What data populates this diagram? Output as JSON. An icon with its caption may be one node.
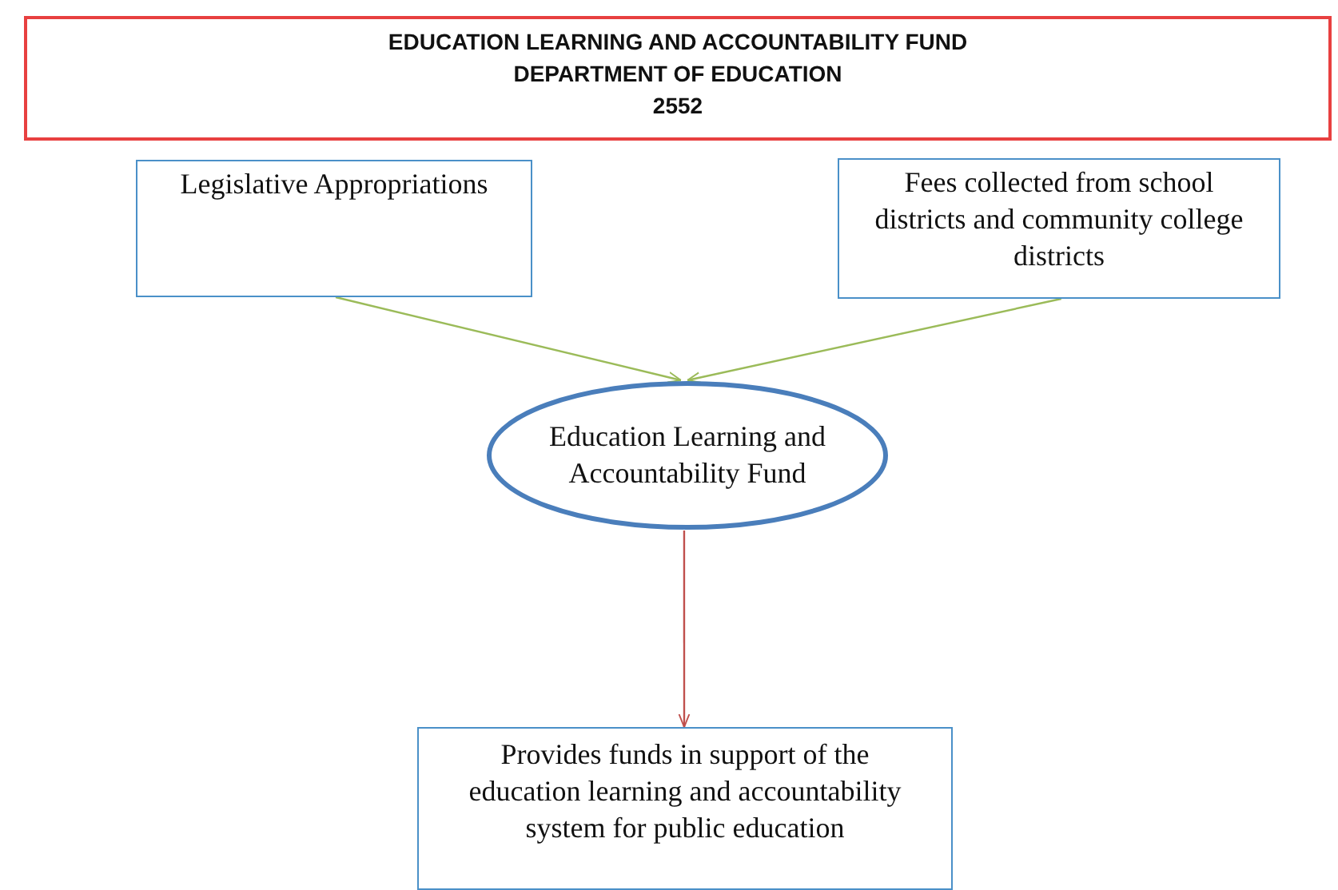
{
  "diagram": {
    "nodes": [
      {
        "text": [
          "EDUCATION LEARNING AND ACCOUNTABILITY FUND",
          "DEPARTMENT OF EDUCATION",
          "2552"
        ]
      },
      {
        "text": [
          "Legislative Appropriations"
        ]
      },
      {
        "text": [
          "Fees collected from school districts and community college districts"
        ]
      },
      {
        "text": [
          "Education Learning and Accountability Fund"
        ]
      },
      {
        "text": [
          "Provides funds in support of the education learning and accountability system for public education"
        ]
      }
    ],
    "edges": [
      {
        "from": 1,
        "to": 3,
        "arrow": "to"
      },
      {
        "from": 2,
        "to": 3,
        "arrow": "to"
      },
      {
        "from": 3,
        "to": 4,
        "arrow": "to",
        "color": "#c0504d"
      }
    ]
  }
}
